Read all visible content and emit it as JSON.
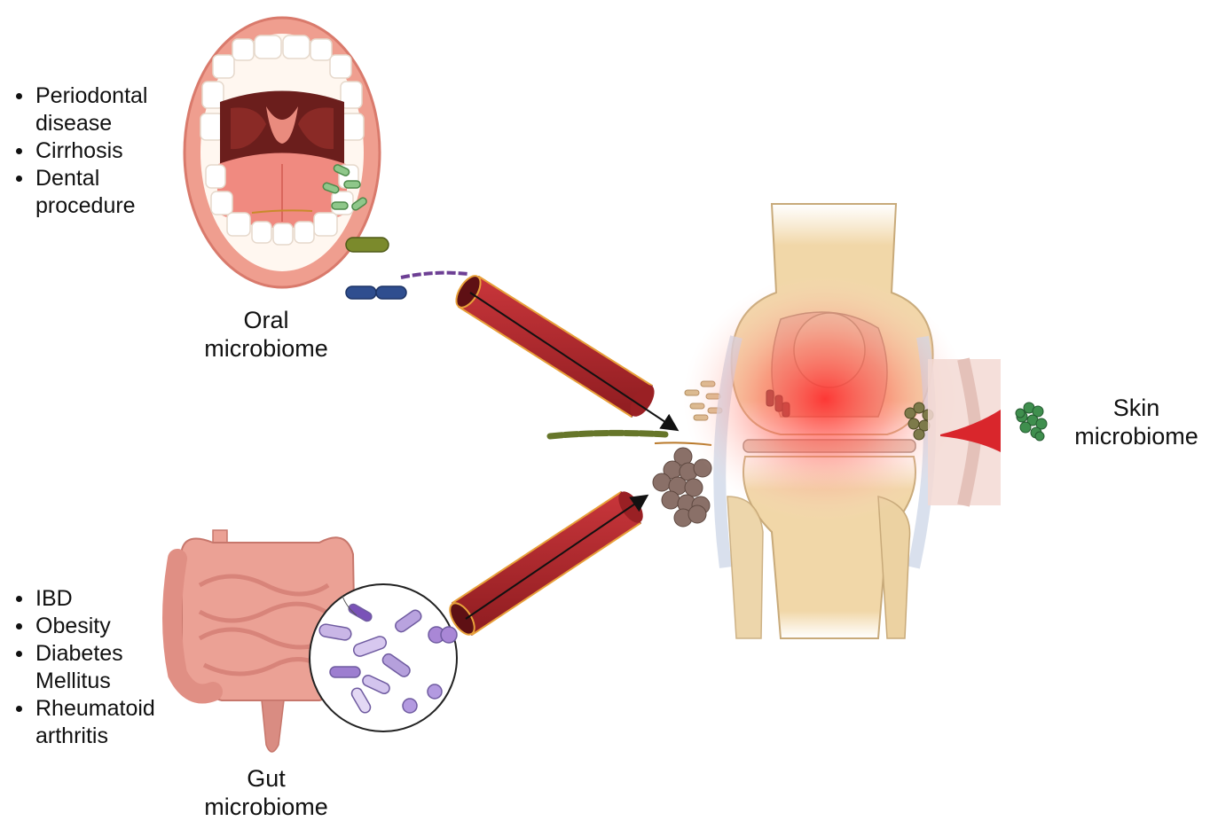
{
  "oral": {
    "conditions": [
      "Periodontal disease",
      "Cirrhosis",
      "Dental procedure"
    ],
    "label_line1": "Oral",
    "label_line2": "microbiome"
  },
  "gut": {
    "conditions": [
      "IBD",
      "Obesity",
      "Diabetes Mellitus",
      "Rheumatoid arthritis"
    ],
    "label_line1": "Gut",
    "label_line2": "microbiome"
  },
  "skin": {
    "label_line1": "Skin",
    "label_line2": "microbiome"
  },
  "colors": {
    "vessel": "#a7262b",
    "vessel_inner": "#6e1418",
    "inflammation": "#f0292c",
    "bone": "#f1d7a8",
    "mouth": "#ef9e8f",
    "gut": "#eba195"
  }
}
